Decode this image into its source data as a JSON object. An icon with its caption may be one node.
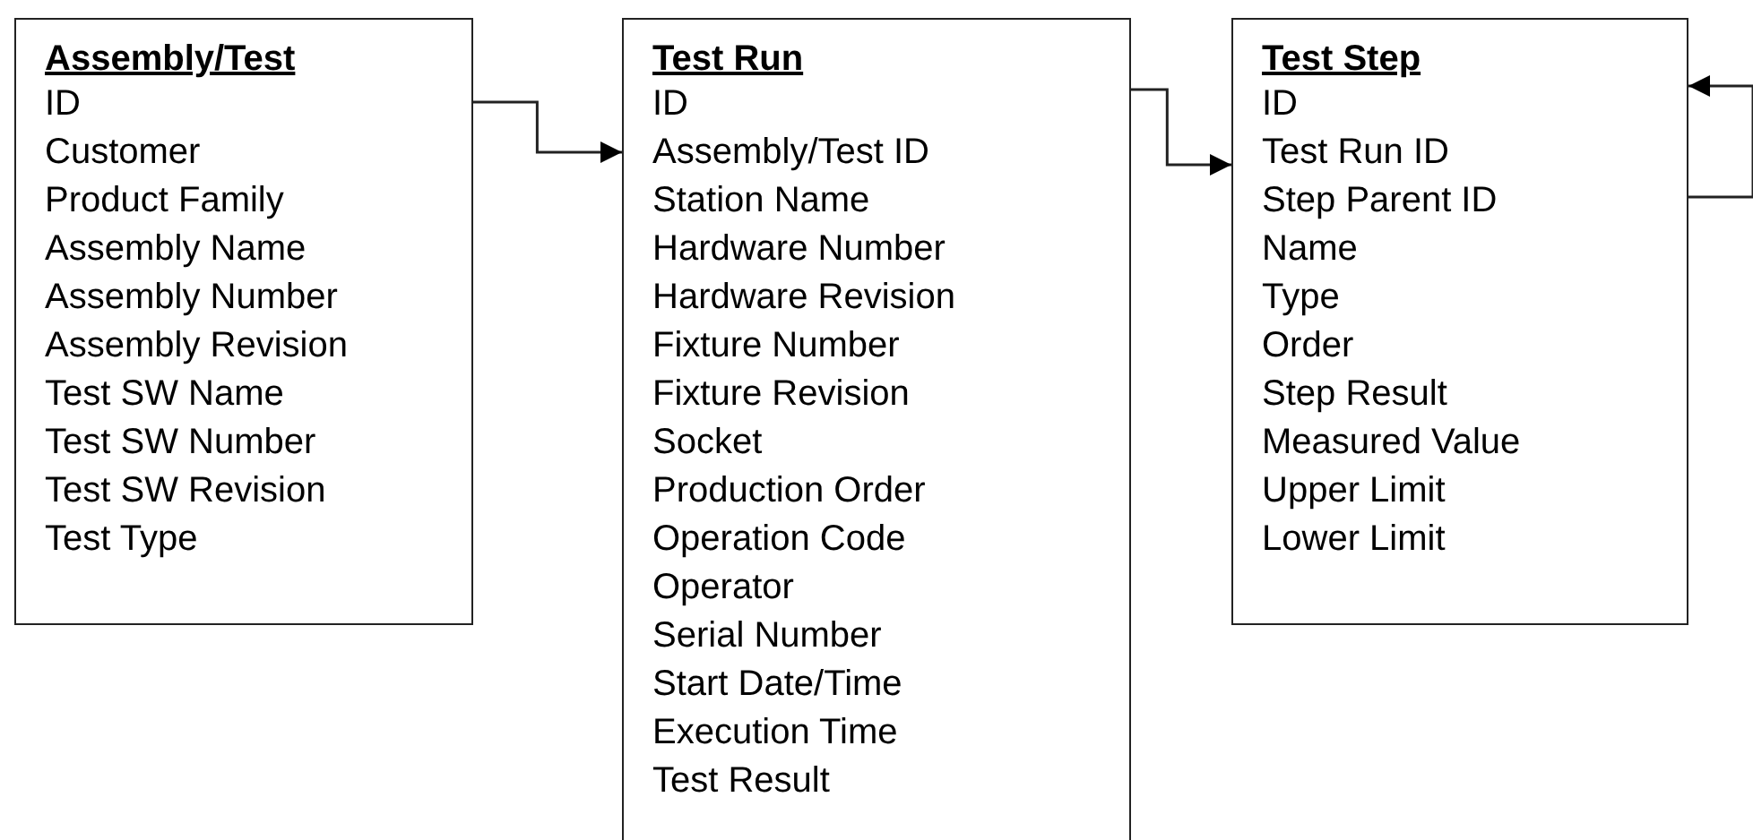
{
  "diagram": {
    "nodes": [
      {
        "text": [
          "Assembly/Test",
          "ID",
          "Customer",
          "Product Family",
          "Assembly Name",
          "Assembly Number",
          "Assembly Revision",
          "Test SW Name",
          "Test SW Number",
          "Test SW Revision",
          "Test Type"
        ]
      },
      {
        "text": [
          "Test Run",
          "ID",
          "Assembly/Test ID",
          "Station Name",
          "Hardware Number",
          "Hardware Revision",
          "Fixture Number",
          "Fixture Revision",
          "Socket",
          "Production Order",
          "Operation Code",
          "Operator",
          "Serial Number",
          "Start Date/Time",
          "Execution Time",
          "Test Result"
        ]
      },
      {
        "text": [
          "Test Step",
          "ID",
          "Test Run ID",
          "Step Parent ID",
          "Name",
          "Type",
          "Order",
          "Step Result",
          "Measured Value",
          "Upper Limit",
          "Lower Limit"
        ]
      }
    ],
    "edges": [
      {
        "from": 0,
        "to": 1,
        "arrow": "to"
      },
      {
        "from": 1,
        "to": 2,
        "arrow": "to"
      },
      {
        "from": 2,
        "to": 2,
        "arrow": "to"
      }
    ]
  }
}
